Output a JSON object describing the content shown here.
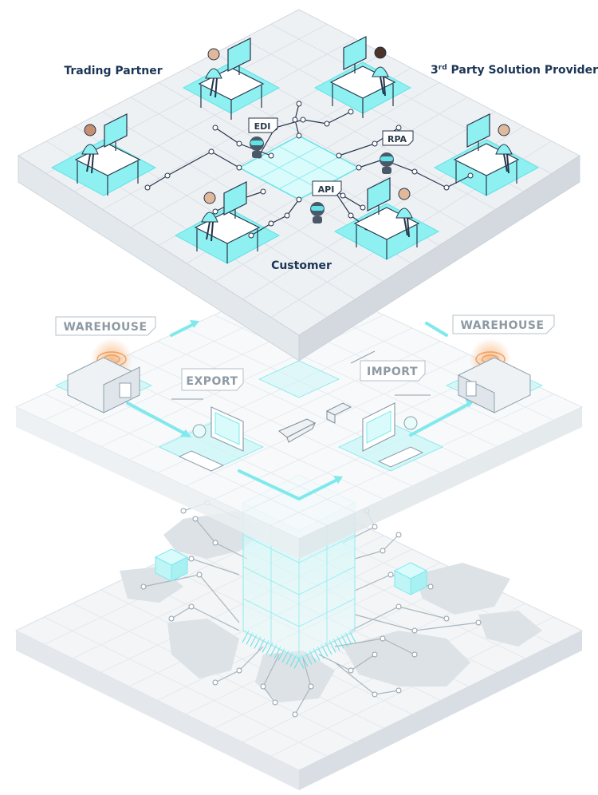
{
  "diagram": {
    "top_layer": {
      "labels": {
        "trading_partner": "Trading Partner",
        "third_party_prefix": "3",
        "third_party_sup": "rd",
        "third_party_suffix": " Party Solution Provider",
        "customer": "Customer"
      },
      "tags": {
        "edi": "EDI",
        "rpa": "RPA",
        "api": "API"
      }
    },
    "middle_layer": {
      "labels": {
        "warehouse_left": "WAREHOUSE",
        "warehouse_right": "WAREHOUSE",
        "export": "EXPORT",
        "import": "IMPORT"
      }
    },
    "colors": {
      "accent_cyan": "#5fe3e6",
      "accent_light": "#c9f6f7",
      "navy": "#1c3557",
      "slab_top": "#eef1f4",
      "slab_side": "#d3d9df"
    }
  }
}
